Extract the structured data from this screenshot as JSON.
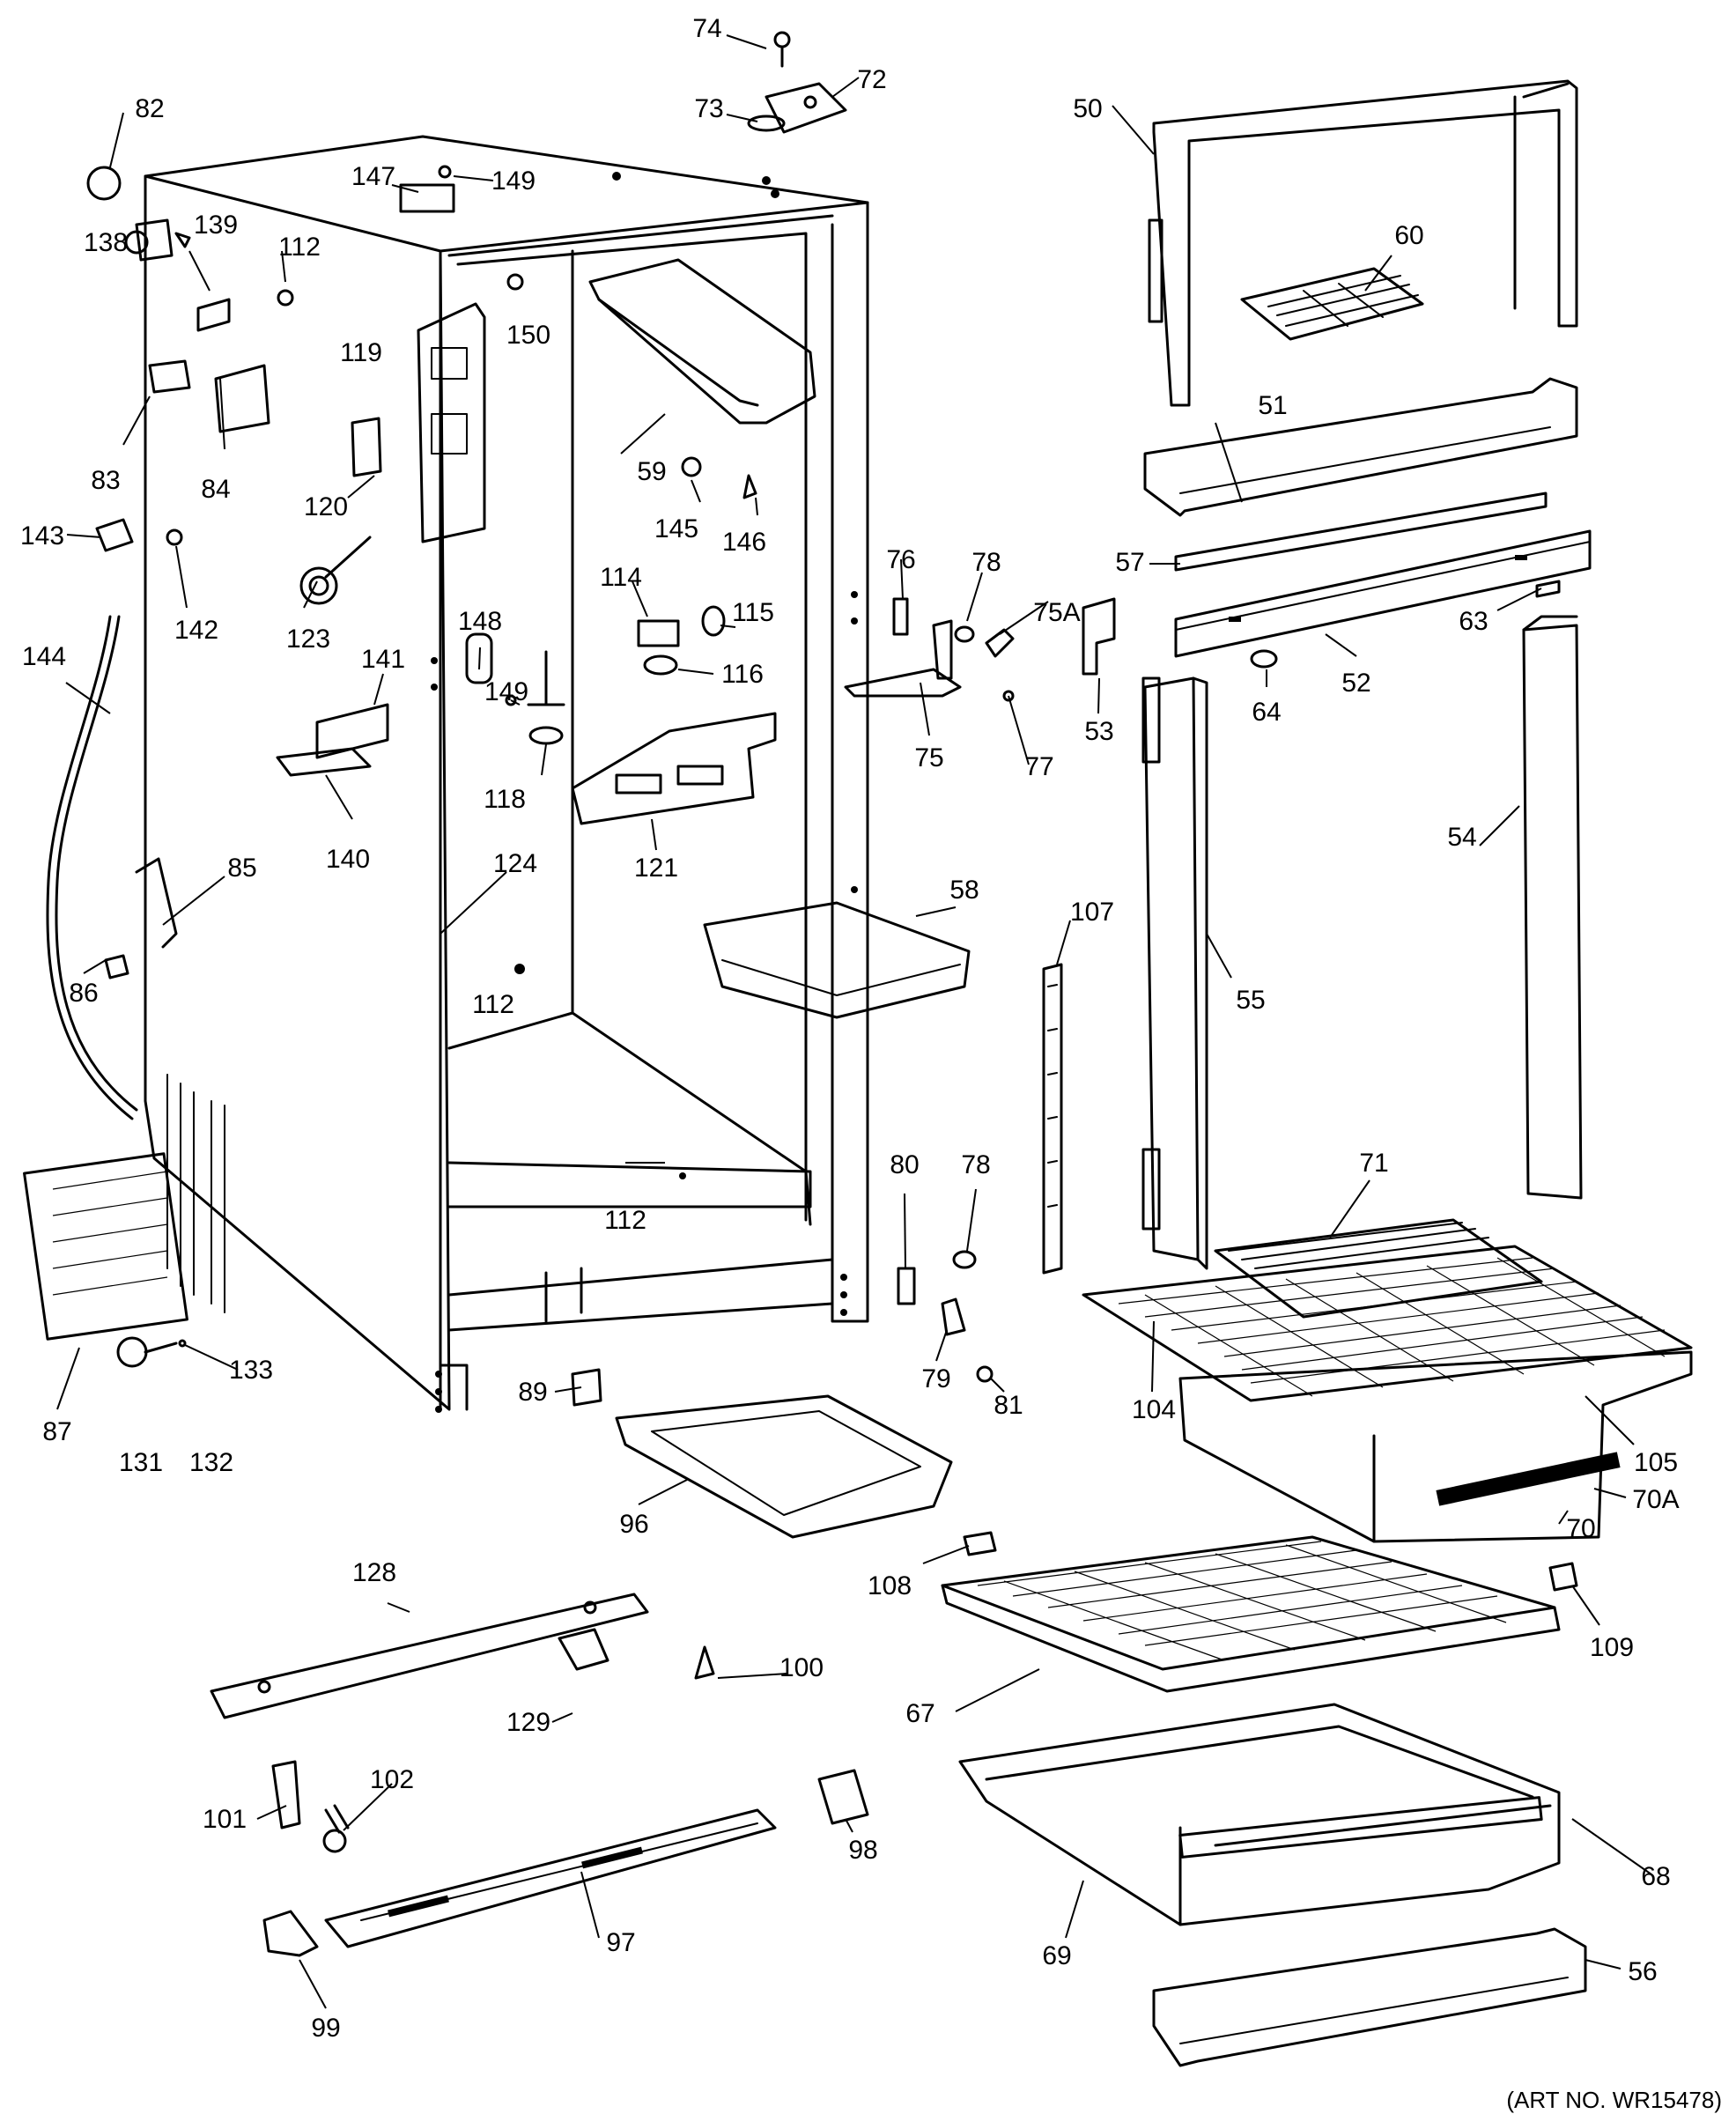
{
  "diagram": {
    "labels": [
      "74",
      "72",
      "73",
      "82",
      "147",
      "149",
      "50",
      "60",
      "138",
      "139",
      "112",
      "150",
      "119",
      "59",
      "51",
      "83",
      "84",
      "120",
      "145",
      "146",
      "143",
      "142",
      "57",
      "76",
      "78",
      "75A",
      "63",
      "123",
      "114",
      "115",
      "144",
      "148",
      "116",
      "52",
      "64",
      "53",
      "141",
      "149",
      "118",
      "75",
      "77",
      "54",
      "140",
      "121",
      "107",
      "85",
      "124",
      "58",
      "55",
      "86",
      "112",
      "71",
      "80",
      "78",
      "112",
      "87",
      "133",
      "89",
      "79",
      "81",
      "131",
      "132",
      "104",
      "105",
      "70A",
      "96",
      "70",
      "108",
      "109",
      "128",
      "100",
      "129",
      "67",
      "102",
      "101",
      "98",
      "68",
      "97",
      "69",
      "56",
      "99"
    ],
    "caption": "(ART NO. WR15478)"
  }
}
